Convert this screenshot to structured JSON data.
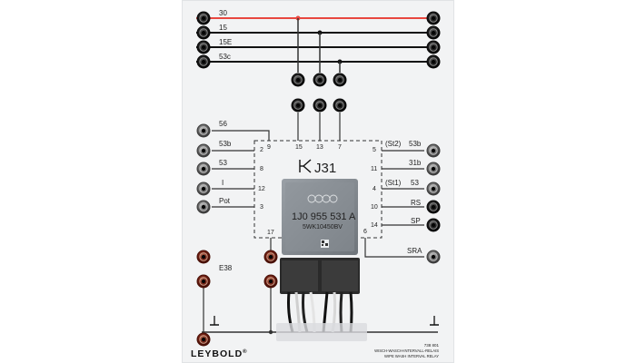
{
  "bus": [
    {
      "label": "30",
      "color": "#e8473f"
    },
    {
      "label": "15",
      "color": "#111111"
    },
    {
      "label": "15E",
      "color": "#111111"
    },
    {
      "label": "53c",
      "color": "#111111"
    }
  ],
  "left_labels": {
    "t56": "56",
    "t53b": "53b",
    "t53": "53",
    "tI": "I",
    "tPot": "Pot",
    "tE38": "E38"
  },
  "right_labels": {
    "tSt2": "(St2)",
    "t53b": "53b",
    "t31b": "31b",
    "tSt1": "(St1)",
    "t53": "53",
    "tRS": "RS",
    "tSP": "SP",
    "tSRA": "SRA"
  },
  "pins": {
    "p9": "9",
    "p15": "15",
    "p13": "13",
    "p7": "7",
    "p2": "2",
    "p8": "8",
    "p12": "12",
    "p3": "3",
    "p5": "5",
    "p11": "11",
    "p4": "4",
    "p10": "10",
    "p14": "14",
    "p6": "6",
    "p17": "17"
  },
  "module": {
    "designation": "J31",
    "part_number": "1J0 955 531 A",
    "code": "5WK10450BV"
  },
  "footer": {
    "brand": "LEYBOLD",
    "trademark": "®",
    "catalog": "738 801",
    "title_de": "WISCH-WASCH-INTERVALL-RELAIS",
    "title_en": "WIPE WASH INTERVAL RELAY"
  },
  "colors": {
    "terminal_black": "#1a1a1a",
    "terminal_red": "#7a1f12",
    "terminal_gray": "#707070",
    "bus_red": "#e8473f"
  }
}
